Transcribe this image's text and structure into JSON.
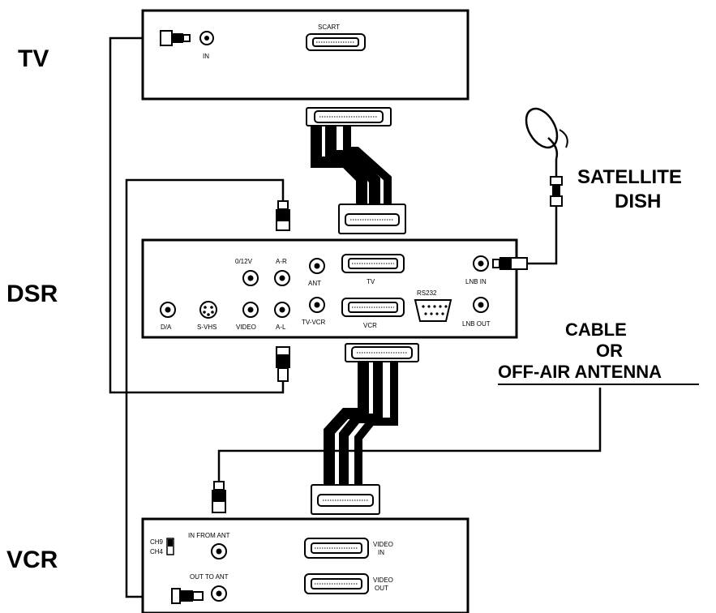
{
  "devices": {
    "tv": {
      "label": "TV"
    },
    "dsr": {
      "label": "DSR"
    },
    "vcr": {
      "label": "VCR"
    }
  },
  "external": {
    "satellite_line1": "SATELLITE",
    "satellite_line2": "DISH",
    "cable_line1": "CABLE",
    "cable_line2": "OR",
    "cable_line3": "OFF-AIR ANTENNA"
  },
  "tv_ports": {
    "in": "IN",
    "scart": "SCART"
  },
  "dsr_ports": {
    "v12": "0/12V",
    "ar": "A-R",
    "ant": "ANT",
    "tv": "TV",
    "lnb_in": "LNB IN",
    "rs232": "RS232",
    "da": "D/A",
    "svhs": "S-VHS",
    "video": "VIDEO",
    "al": "A-L",
    "tvvcr": "TV-VCR",
    "vcr": "VCR",
    "lnb_out": "LNB OUT"
  },
  "vcr_ports": {
    "in_from_ant": "IN FROM ANT",
    "out_to_ant": "OUT TO ANT",
    "video_in_1": "VIDEO",
    "video_in_2": "IN",
    "video_out_1": "VIDEO",
    "video_out_2": "OUT",
    "switch_ch_a": "CH9",
    "switch_ch_b": "CH4"
  }
}
